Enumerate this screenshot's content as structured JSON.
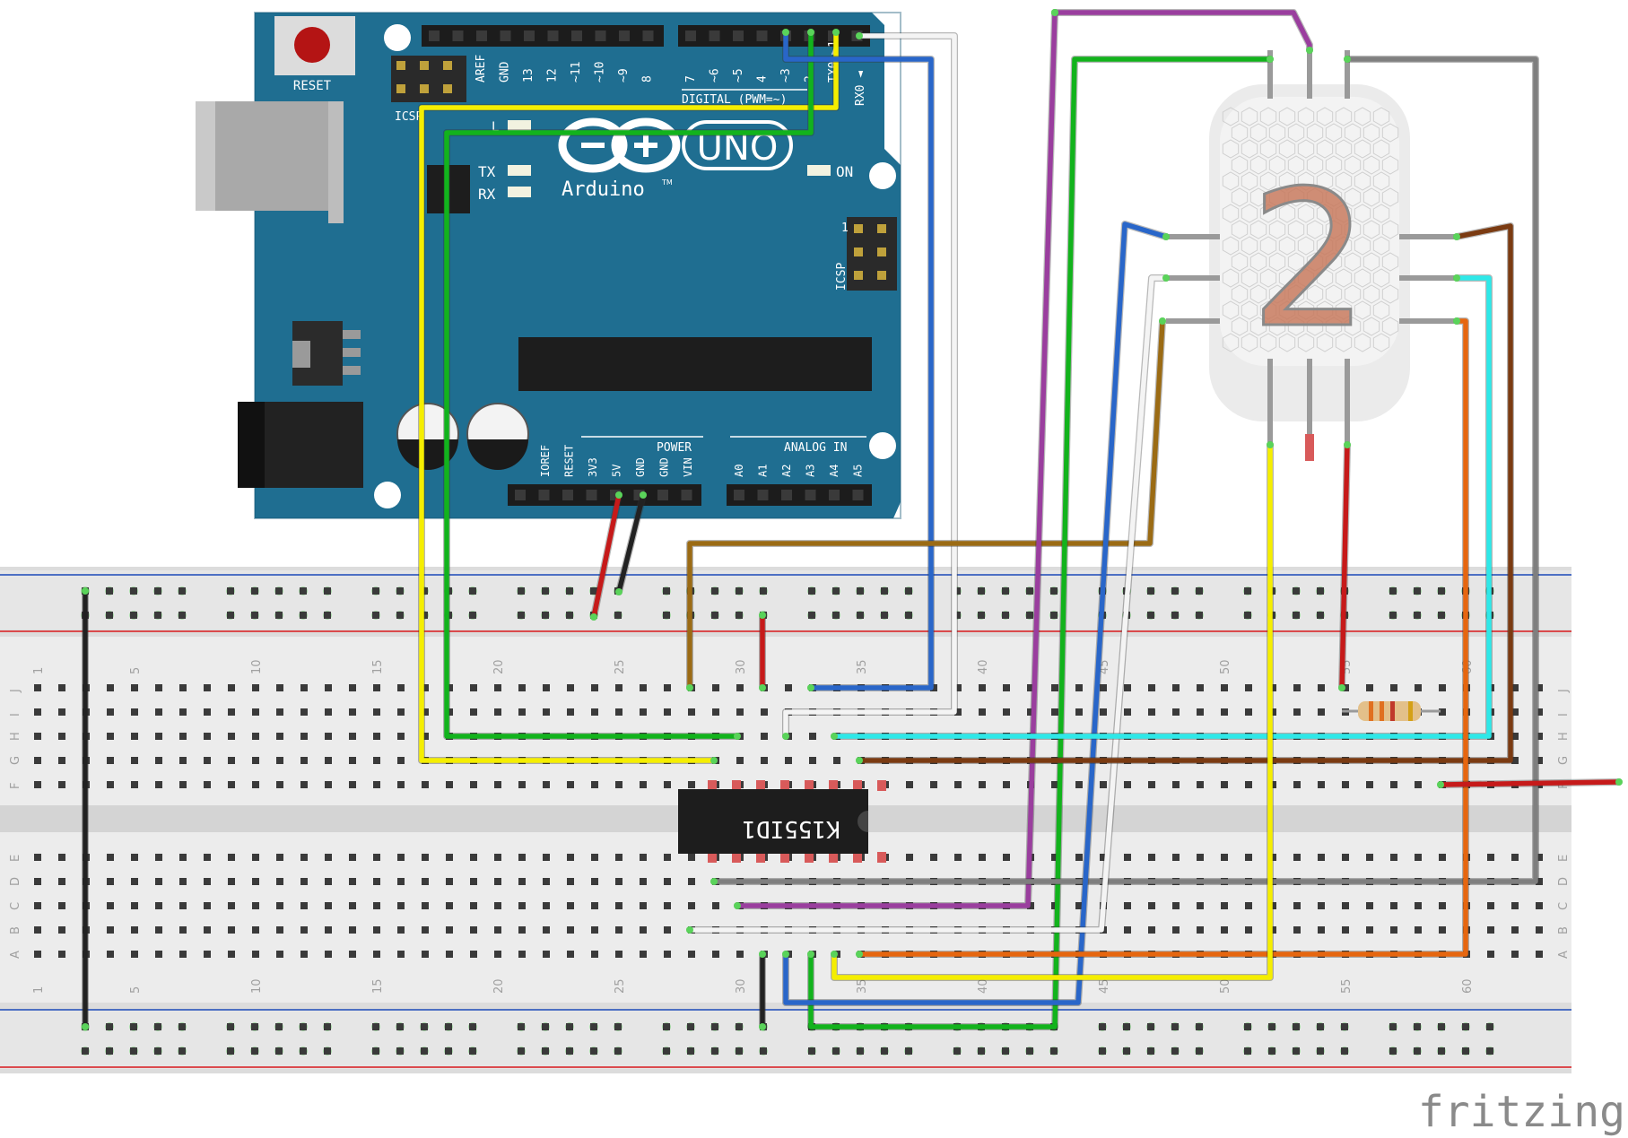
{
  "arduino": {
    "reset_label": "RESET",
    "icsp_label": "ICSP",
    "icsp2_label": "ICSP",
    "icsp2_pin1": "1",
    "digital_label": "DIGITAL (PWM=~)",
    "rx_arrow_label": "RX0 ◄",
    "uno_label": "UNO",
    "brand_label": "Arduino",
    "tm_label": "TM",
    "on_label": "ON",
    "tx_label": "TX",
    "rx_label": "RX",
    "l_label": "L",
    "power_label": "POWER",
    "analog_label": "ANALOG IN",
    "top_pin_labels": [
      "AREF",
      "GND",
      "13",
      "12",
      "~11",
      "~10",
      "~9",
      "8"
    ],
    "top_pin_labels2": [
      "7",
      "~6",
      "~5",
      "4",
      "~3",
      "2",
      "TX0 ►1"
    ],
    "power_pins": [
      "IOREF",
      "RESET",
      "3V3",
      "5V",
      "GND",
      "GND",
      "VIN"
    ],
    "analog_pins": [
      "A0",
      "A1",
      "A2",
      "A3",
      "A4",
      "A5"
    ]
  },
  "breadboard": {
    "column_numbers_top": [
      "1",
      "5",
      "10",
      "15",
      "20",
      "25",
      "30",
      "35",
      "40",
      "45",
      "50",
      "55",
      "60"
    ],
    "column_numbers_bottom": [
      "1",
      "5",
      "10",
      "15",
      "20",
      "25",
      "30",
      "35",
      "40",
      "45",
      "50",
      "55",
      "60"
    ],
    "row_labels_top": [
      "J",
      "I",
      "H",
      "G",
      "F"
    ],
    "row_labels_bottom": [
      "E",
      "D",
      "C",
      "B",
      "A"
    ]
  },
  "ic": {
    "label": "K155ID1"
  },
  "nixie": {
    "digit": "2"
  },
  "footer": {
    "logo": "fritzing"
  },
  "colors": {
    "board": "#1f6e91",
    "board_dark": "#195a77",
    "breadboard": "#e8e8e8",
    "rail_red": "#d9191d",
    "rail_blue": "#1b49b8",
    "wire_yellow": "#f5ee00",
    "wire_green": "#12b31c",
    "wire_blue": "#2966c9",
    "wire_white": "#f4f4f4",
    "wire_purple": "#9a3e9e",
    "wire_gray": "#7f7f7f",
    "wire_brown": "#7b3b12",
    "wire_cyan": "#2ee8e8",
    "wire_orange": "#e6660f",
    "wire_ochre": "#9b6b14",
    "wire_red": "#c61a1a",
    "wire_black": "#222222"
  }
}
